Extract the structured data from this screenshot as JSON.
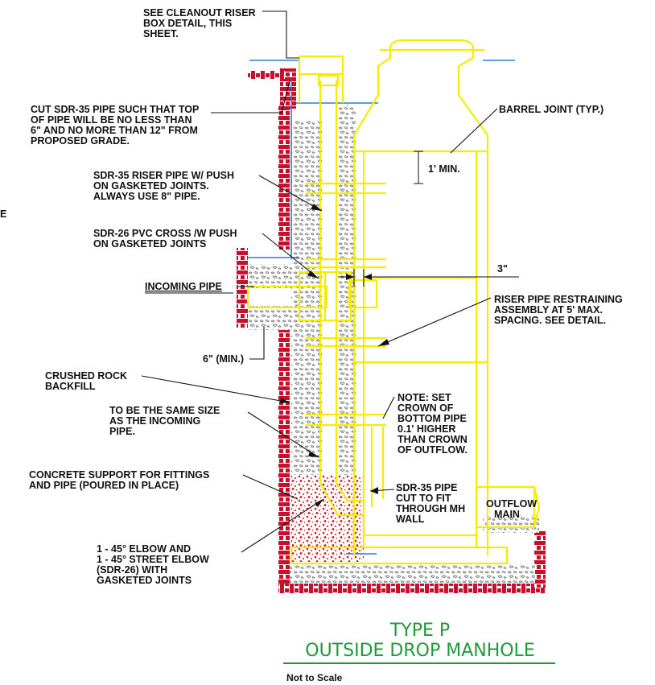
{
  "labels": {
    "cleanout_riser": [
      "SEE CLEANOUT RISER",
      "BOX DETAIL, THIS",
      "SHEET."
    ],
    "cut_sdr35": [
      "CUT SDR-35 PIPE SUCH THAT TOP",
      "OF PIPE WILL BE NO LESS THAN",
      "6\" AND NO MORE THAN 12\" FROM",
      "PROPOSED GRADE."
    ],
    "riser_pipe": [
      "SDR-35 RISER PIPE W/ PUSH",
      "ON GASKETED JOINTS.",
      "ALWAYS USE 8\" PIPE."
    ],
    "pvc_cross": [
      "SDR-26 PVC CROSS /W PUSH",
      "ON GASKETED JOINTS"
    ],
    "incoming_pipe": "INCOMING PIPE",
    "six_min": "6\" (MIN.)",
    "crushed_rock": [
      "CRUSHED ROCK",
      "BACKFILL"
    ],
    "same_size": [
      "TO BE THE SAME SIZE",
      "AS THE INCOMING",
      "PIPE."
    ],
    "concrete_support": [
      "CONCRETE SUPPORT FOR FITTINGS",
      "AND PIPE (POURED IN PLACE)"
    ],
    "elbows": [
      "1 - 45° ELBOW AND",
      "1 - 45° STREET ELBOW",
      "(SDR-26) WITH",
      "GASKETED JOINTS"
    ],
    "barrel_joint": "BARREL JOINT (TYP.)",
    "one_ft_min": "1' MIN.",
    "three_in": "3\"",
    "restraining": [
      "RISER PIPE RESTRAINING",
      "ASSEMBLY AT 5' MAX.",
      "SPACING. SEE DETAIL."
    ],
    "note_crown": [
      "NOTE: SET",
      "CROWN OF",
      "BOTTOM PIPE",
      "0.1' HIGHER",
      "THAN CROWN",
      "OF OUTFLOW."
    ],
    "sdr35_cut": [
      "SDR-35 PIPE",
      "CUT TO FIT",
      "THROUGH MH",
      "WALL"
    ],
    "outflow_main": [
      "OUTFLOW",
      "MAIN"
    ],
    "stray_char": "E"
  },
  "title": {
    "line1": "TYPE P",
    "line2": "OUTSIDE DROP MANHOLE",
    "scale": "Not to Scale"
  },
  "colors": {
    "structure": "#f5ec00",
    "brick": "#c8102e",
    "grade": "#2a7fd4",
    "title": "#1f9a3a",
    "leader": "#111111",
    "gravel": "#8a8a8a",
    "concrete_dots": "#d01020"
  }
}
